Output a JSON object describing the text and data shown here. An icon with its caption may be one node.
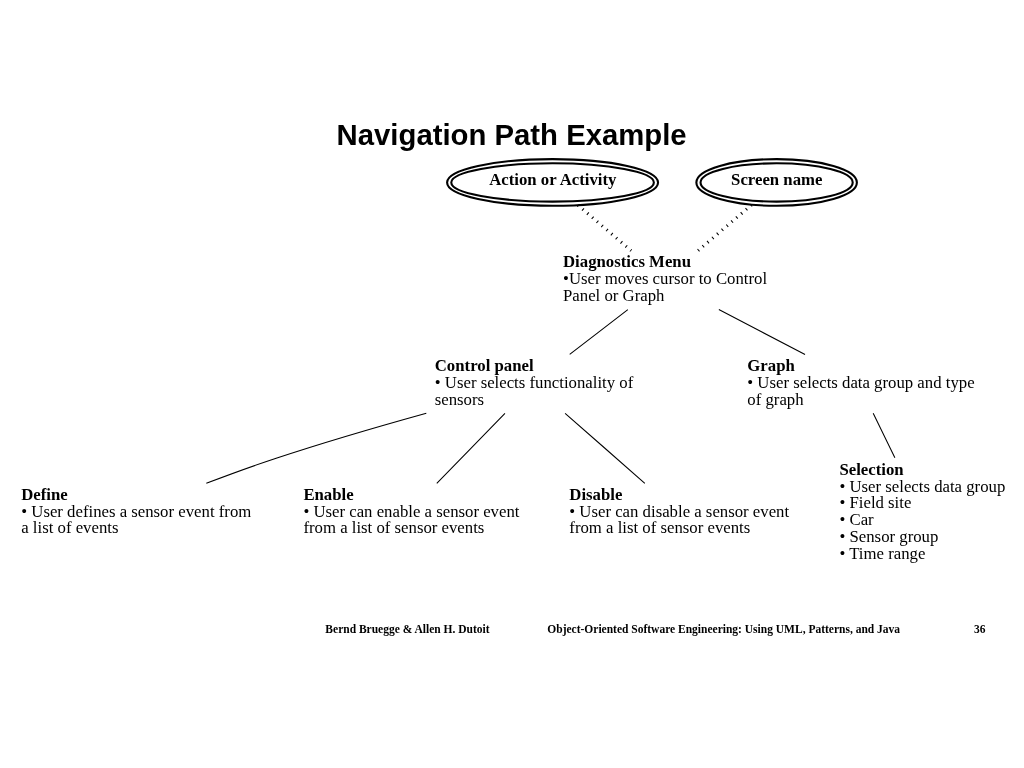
{
  "diagram": {
    "title": "Navigation Path Example",
    "nodes": [
      {
        "text": [
          "Action or Activity"
        ]
      },
      {
        "text": [
          "Screen name"
        ]
      },
      {
        "text": [
          "Diagnostics Menu",
          "•User moves cursor to Control Panel or Graph"
        ]
      },
      {
        "text": [
          "Control panel",
          "• User selects functionality of sensors"
        ]
      },
      {
        "text": [
          "Graph",
          "• User selects data group and type of graph"
        ]
      },
      {
        "text": [
          "Define",
          "• User defines a sensor event from a list of events"
        ]
      },
      {
        "text": [
          "Enable",
          "• User can enable a sensor event from a list of sensor events"
        ]
      },
      {
        "text": [
          "Disable",
          "• User can disable a sensor event from a list of sensor events"
        ]
      },
      {
        "text": [
          "Selection",
          "• User selects data group",
          "• Field site",
          "• Car",
          "• Sensor group",
          "• Time range"
        ]
      }
    ],
    "edges": [
      {
        "from": 0,
        "to": 2,
        "arrow": "none",
        "style": "dashed"
      },
      {
        "from": 1,
        "to": 2,
        "arrow": "none",
        "style": "dashed"
      },
      {
        "from": 2,
        "to": 3,
        "arrow": "none"
      },
      {
        "from": 2,
        "to": 4,
        "arrow": "none"
      },
      {
        "from": 3,
        "to": 5,
        "arrow": "none"
      },
      {
        "from": 3,
        "to": 6,
        "arrow": "none"
      },
      {
        "from": 3,
        "to": 7,
        "arrow": "none"
      },
      {
        "from": 4,
        "to": 8,
        "arrow": "none"
      }
    ],
    "labels": [
      "Bernd Bruegge & Allen H. Dutoit",
      "Object-Oriented Software Engineering: Using UML, Patterns, and Java",
      "36"
    ]
  }
}
